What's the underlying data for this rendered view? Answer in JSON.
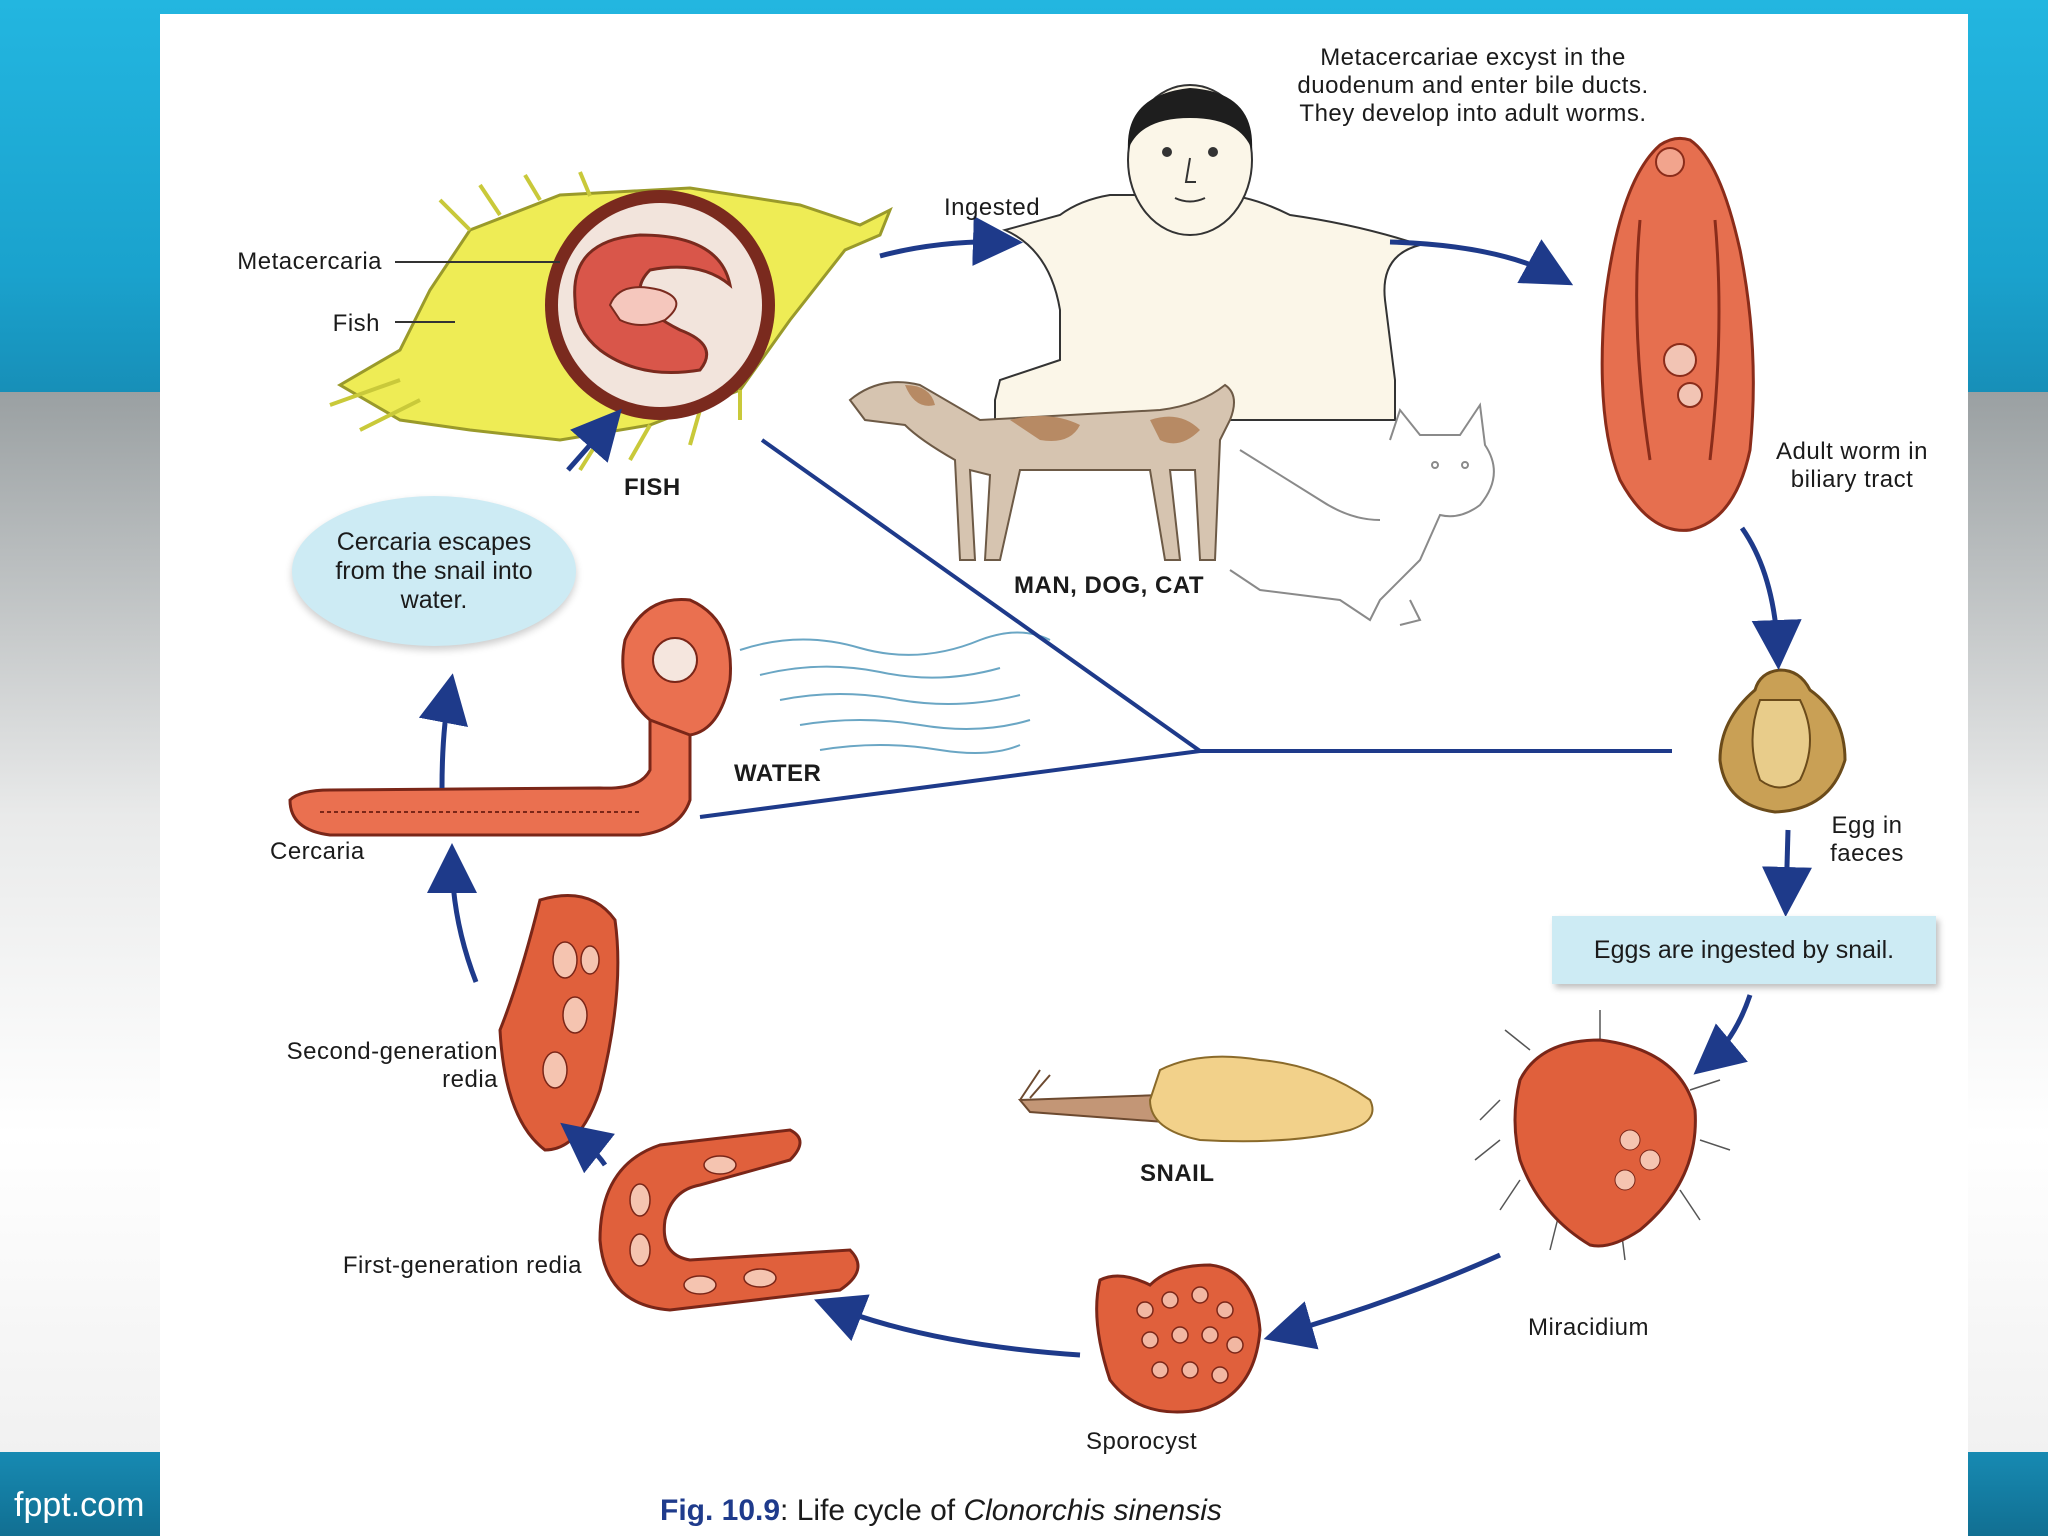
{
  "brand": "fppt.com",
  "labels": {
    "metacercaria": "Metacercaria",
    "fish_label": "Fish",
    "fish_caption": "FISH",
    "ingested": "Ingested",
    "excyst": "Metacercariae excyst in the duodenum and enter bile ducts. They develop into adult worms.",
    "hosts": "MAN, DOG, CAT",
    "adult_worm": "Adult worm in biliary tract",
    "water": "WATER",
    "egg": "Egg in faeces",
    "cercaria": "Cercaria",
    "second_redia": "Second-generation redia",
    "first_redia": "First-generation redia",
    "snail": "SNAIL",
    "miracidium": "Miracidium",
    "sporocyst": "Sporocyst"
  },
  "bubble": {
    "text": "Cercaria escapes from the snail into water."
  },
  "note": {
    "text": "Eggs are ingested by snail."
  },
  "caption": {
    "fig": "Fig. 10.9",
    "sep": ": Life cycle of ",
    "species": "Clonorchis sinensis"
  },
  "colors": {
    "arrow": "#1e3a8a",
    "worm": "#e0603c",
    "fish": "#ecec52",
    "bubble": "#cdebf4"
  }
}
